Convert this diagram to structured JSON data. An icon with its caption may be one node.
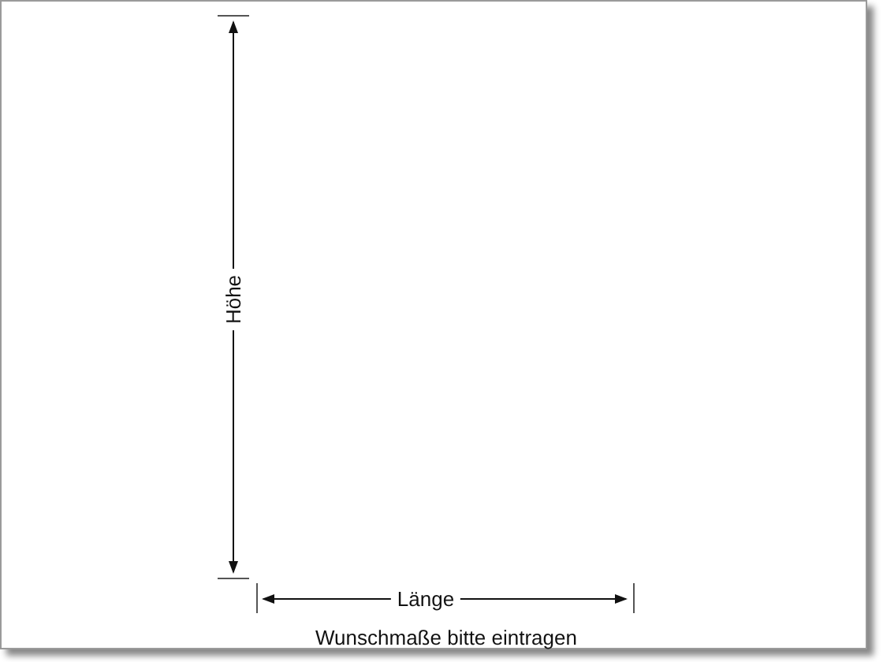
{
  "diagram": {
    "labels": [
      "Höhe",
      "Länge"
    ],
    "caption": "Wunschmaße bitte eintragen"
  }
}
